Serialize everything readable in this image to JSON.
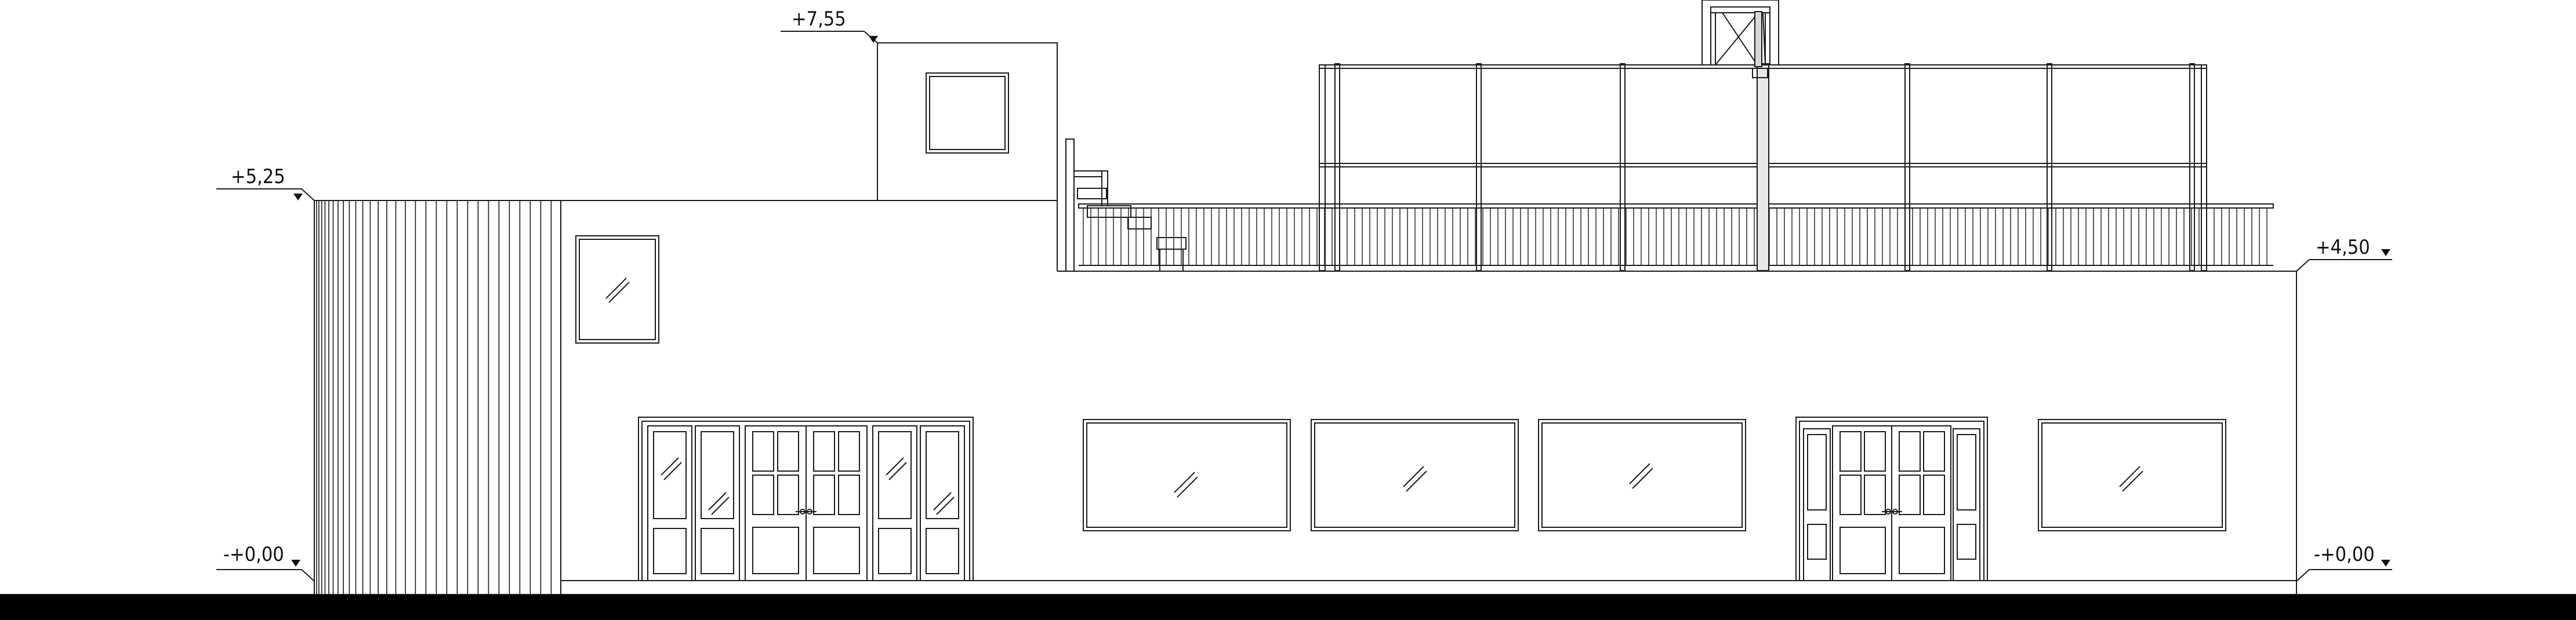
{
  "drawing": {
    "type": "building-elevation",
    "level_markers": [
      {
        "id": "top-stair",
        "label": "+7,55"
      },
      {
        "id": "left-roof",
        "label": "+5,25"
      },
      {
        "id": "right-roof",
        "label": "+4,50"
      },
      {
        "id": "left-ground",
        "label": "-+0,00"
      },
      {
        "id": "right-ground",
        "label": "-+0,00"
      }
    ]
  },
  "colors": {
    "line": "#1a1a1a",
    "ground": "#000000",
    "background": "#ffffff"
  }
}
